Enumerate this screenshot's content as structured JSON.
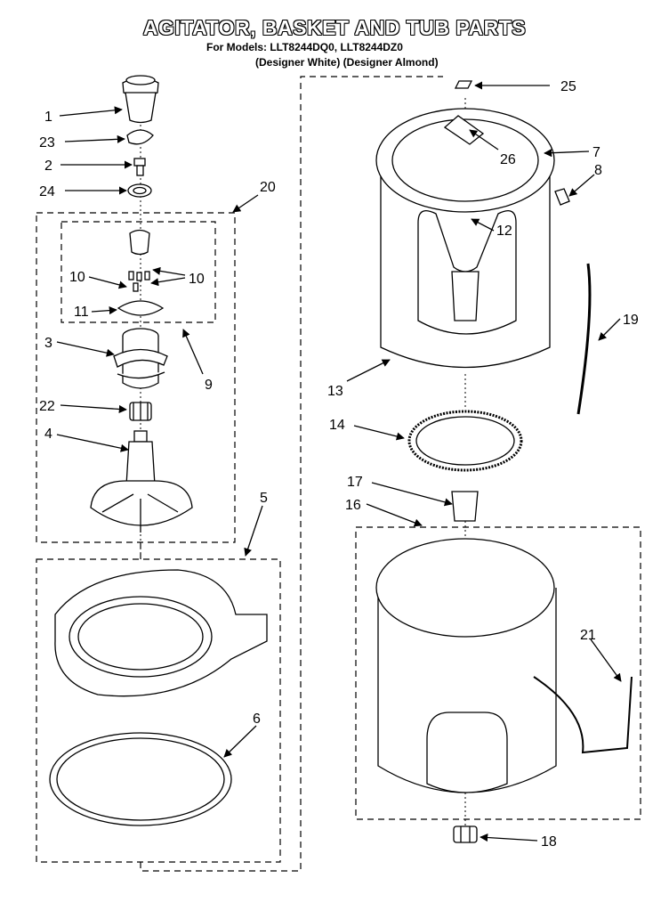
{
  "title": "AGITATOR, BASKET AND TUB PARTS",
  "subtitle_line1": "For Models: LLT8244DQ0, LLT8244DZ0",
  "subtitle_line2": "(Designer White) (Designer Almond)",
  "callouts": [
    {
      "id": "1",
      "label": "1"
    },
    {
      "id": "23",
      "label": "23"
    },
    {
      "id": "2",
      "label": "2"
    },
    {
      "id": "24",
      "label": "24"
    },
    {
      "id": "20",
      "label": "20"
    },
    {
      "id": "10a",
      "label": "10"
    },
    {
      "id": "10b",
      "label": "10"
    },
    {
      "id": "11",
      "label": "11"
    },
    {
      "id": "3",
      "label": "3"
    },
    {
      "id": "9",
      "label": "9"
    },
    {
      "id": "22",
      "label": "22"
    },
    {
      "id": "4",
      "label": "4"
    },
    {
      "id": "5",
      "label": "5"
    },
    {
      "id": "6",
      "label": "6"
    },
    {
      "id": "25",
      "label": "25"
    },
    {
      "id": "26",
      "label": "26"
    },
    {
      "id": "7",
      "label": "7"
    },
    {
      "id": "8",
      "label": "8"
    },
    {
      "id": "12",
      "label": "12"
    },
    {
      "id": "19",
      "label": "19"
    },
    {
      "id": "13",
      "label": "13"
    },
    {
      "id": "14",
      "label": "14"
    },
    {
      "id": "17",
      "label": "17"
    },
    {
      "id": "16",
      "label": "16"
    },
    {
      "id": "21",
      "label": "21"
    },
    {
      "id": "18",
      "label": "18"
    }
  ]
}
